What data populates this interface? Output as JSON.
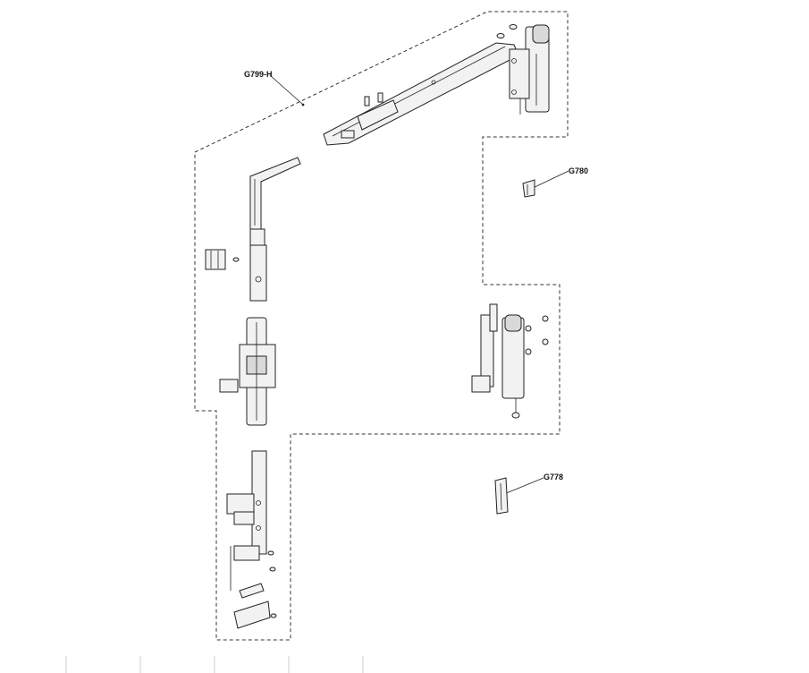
{
  "labels": {
    "g799h": "G799-H",
    "g780": "G780",
    "g778": "G778"
  },
  "colors": {
    "background": "#ffffff",
    "line": "#222222",
    "part_fill": "#f2f2f2"
  }
}
